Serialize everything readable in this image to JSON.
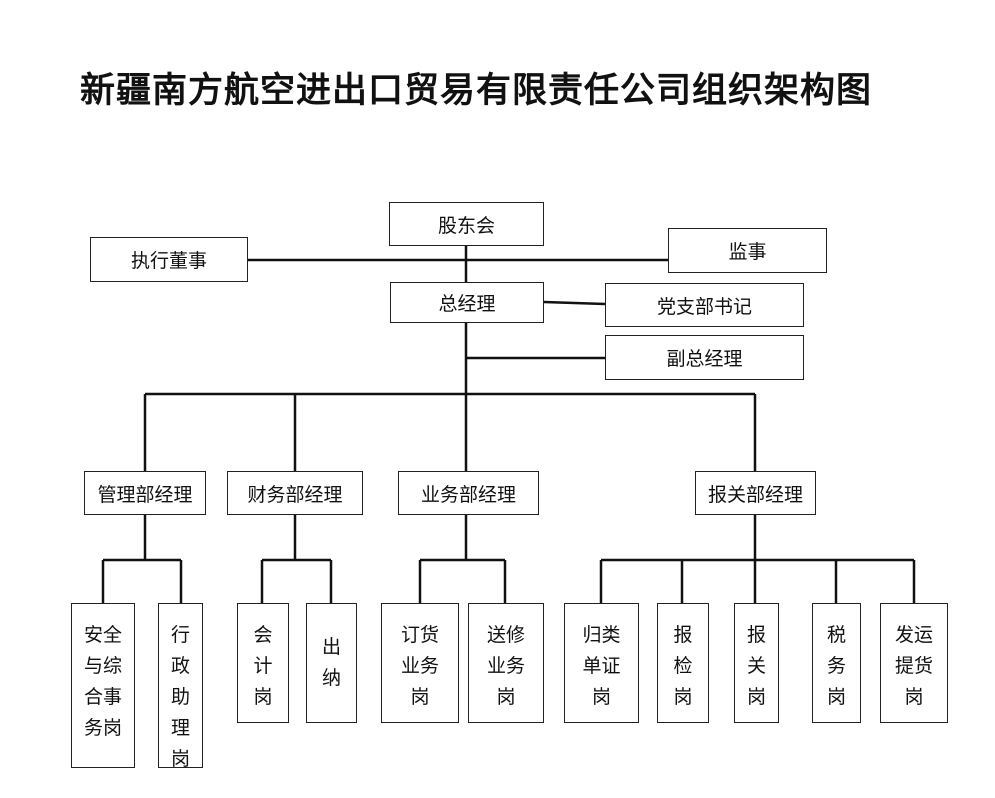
{
  "title": "新疆南方航空进出口贸易有限责任公司组织架构图",
  "nodes": {
    "shareholders": "股东会",
    "executive_director": "执行董事",
    "supervisor": "监事",
    "general_manager": "总经理",
    "party_secretary": "党支部书记",
    "deputy_gm": "副总经理",
    "mgmt_dept": "管理部经理",
    "finance_dept": "财务部经理",
    "business_dept": "业务部经理",
    "customs_dept": "报关部经理"
  },
  "posts": {
    "safety": "安全\n与综\n合事\n务岗",
    "admin": "行\n政\n助\n理\n岗",
    "accounting": "会\n计\n岗",
    "cashier": "出\n纳",
    "order": "订货\n业务\n岗",
    "repair": "送修\n业务\n岗",
    "classification": "归类\n单证\n岗",
    "inspection": "报\n检\n岗",
    "customs": "报\n关\n岗",
    "tax": "税\n务\n岗",
    "delivery": "发运\n提货\n岗"
  }
}
